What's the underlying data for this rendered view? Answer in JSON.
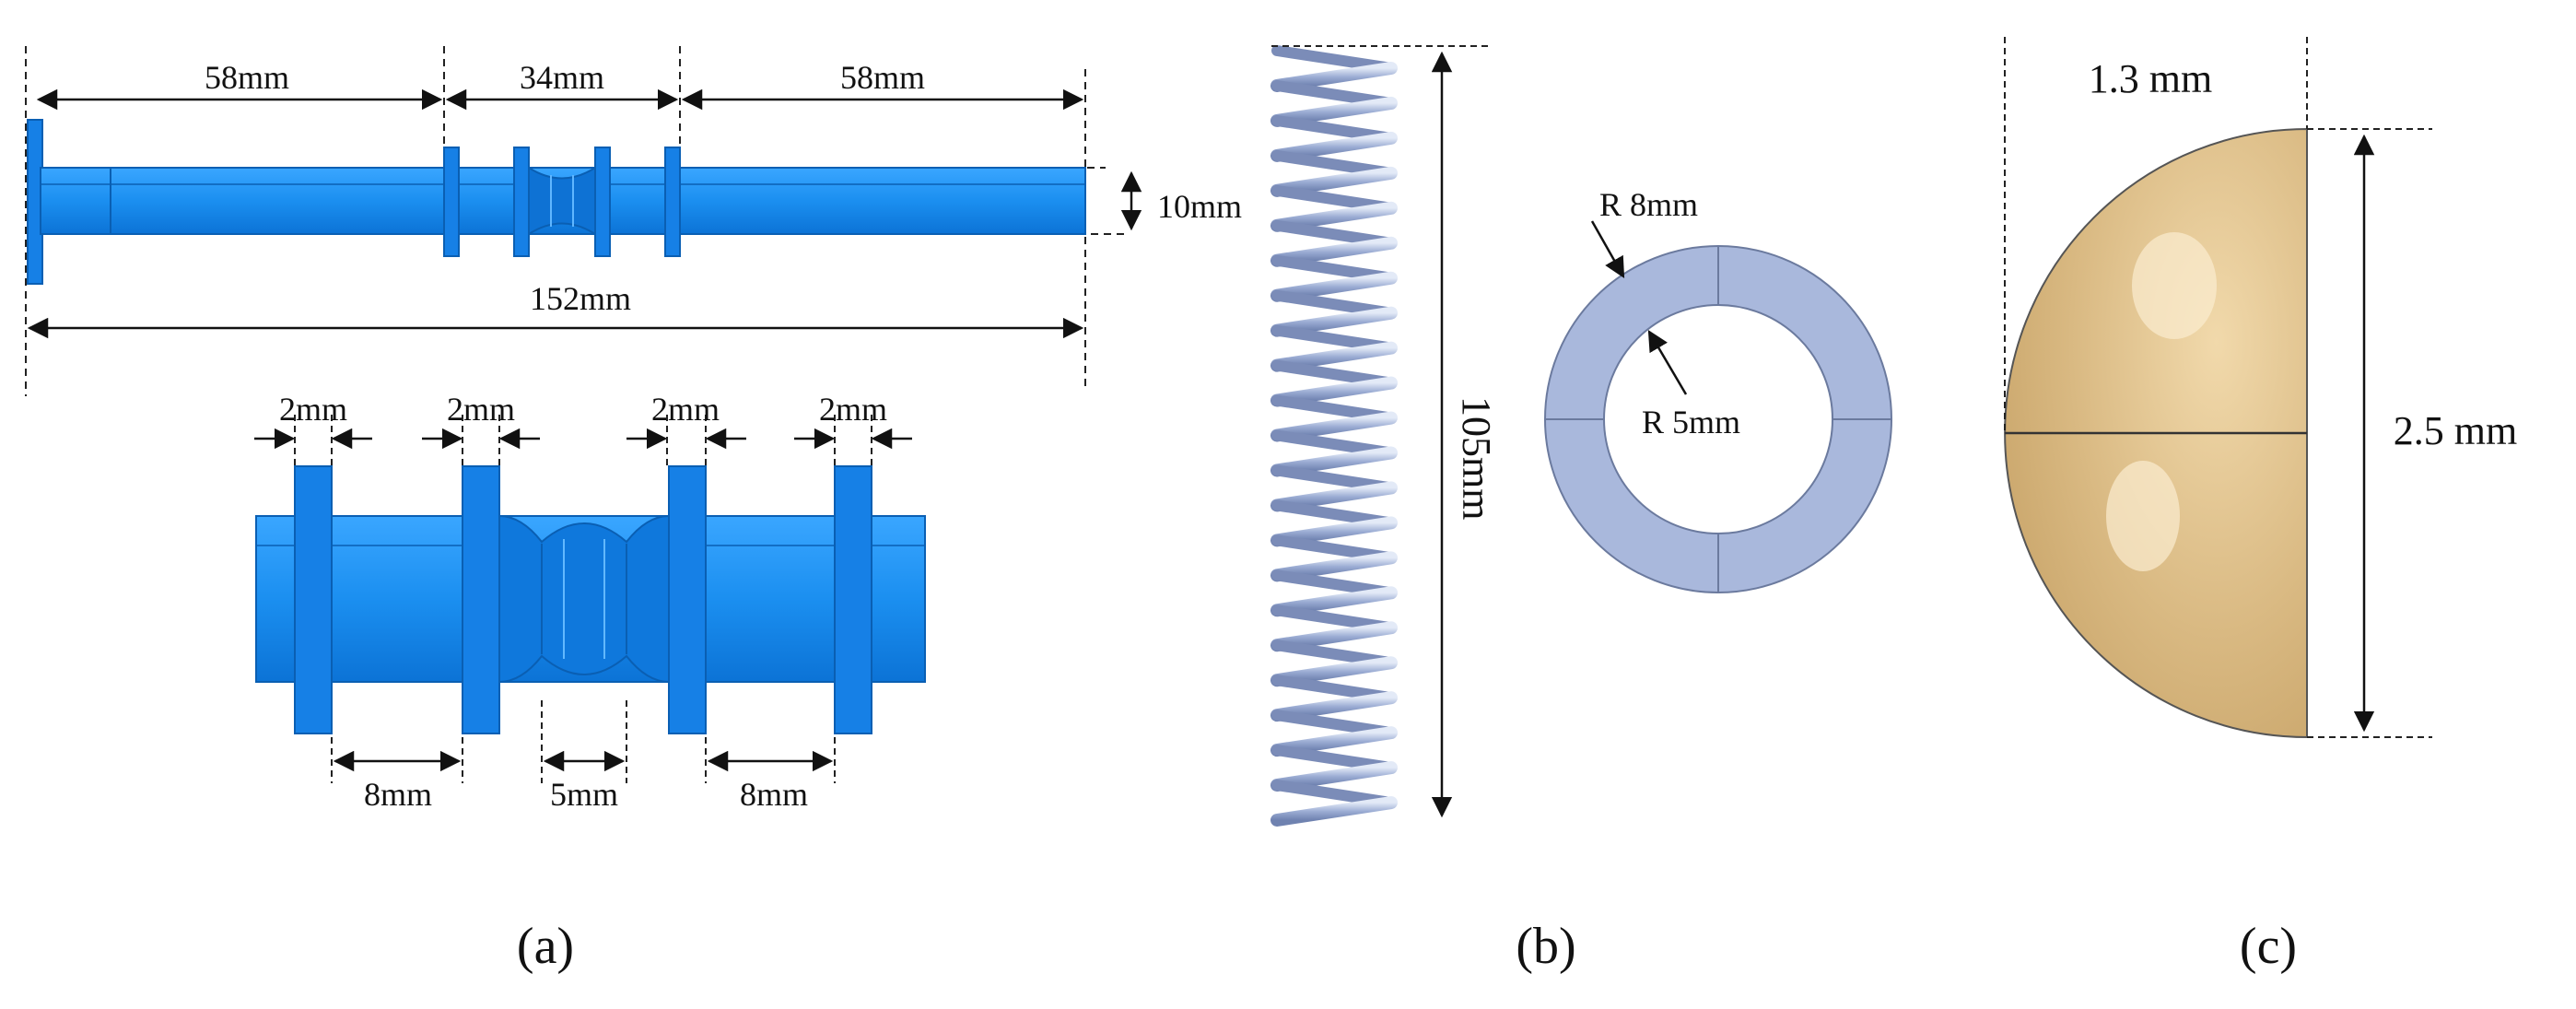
{
  "panel_a": {
    "top_dims": [
      "58mm",
      "34mm",
      "58mm"
    ],
    "diameter": "10mm",
    "total_length": "152mm",
    "detail_widths": [
      "2mm",
      "2mm",
      "2mm",
      "2mm"
    ],
    "detail_gaps": [
      "8mm",
      "5mm",
      "8mm"
    ],
    "caption": "(a)"
  },
  "panel_b": {
    "spring_length": "105mm",
    "outer_radius": "R 8mm",
    "inner_radius": "R 5mm",
    "caption": "(b)"
  },
  "panel_c": {
    "height_dim": "1.3 mm",
    "diameter_dim": "2.5 mm",
    "caption": "(c)"
  },
  "colors": {
    "shaft": "#1e90f0",
    "shaft_dark": "#0d6fc9",
    "spring": "#9fb0d6",
    "ring": "#a9b8dc",
    "hemisphere": "#dfc08d"
  }
}
